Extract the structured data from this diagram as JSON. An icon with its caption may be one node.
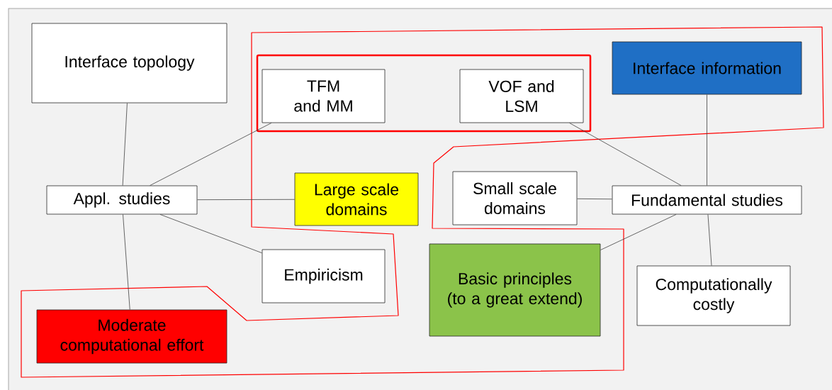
{
  "diagram": {
    "nodes": [
      {
        "text": [
          "Interface topology"
        ]
      },
      {
        "text": [],
        "shape": "box"
      },
      {
        "text": [
          "TFM and MM"
        ],
        "in": 1
      },
      {
        "text": [
          "VOF and LSM"
        ],
        "in": 1
      },
      {
        "text": [
          "Interface information"
        ]
      },
      {
        "text": [
          "Appl. studies"
        ]
      },
      {
        "text": [
          "Large scale domains"
        ]
      },
      {
        "text": [
          "Small scale domains"
        ]
      },
      {
        "text": [
          "Fundamental studies"
        ]
      },
      {
        "text": [
          "Empiricism"
        ]
      },
      {
        "text": [
          "Basic principles (to a great extend)"
        ]
      },
      {
        "text": [
          "Computationally costly"
        ]
      },
      {
        "text": [
          "Moderate computational effort"
        ]
      }
    ],
    "edges": [
      {
        "from": 5,
        "to": 0,
        "arrow": "none"
      },
      {
        "from": 5,
        "to": 2,
        "arrow": "none"
      },
      {
        "from": 5,
        "to": 6,
        "arrow": "none"
      },
      {
        "from": 5,
        "to": 9,
        "arrow": "none"
      },
      {
        "from": 5,
        "to": 12,
        "arrow": "none"
      },
      {
        "from": 3,
        "to": 8,
        "arrow": "none"
      },
      {
        "from": 4,
        "to": 8,
        "arrow": "none"
      },
      {
        "from": 7,
        "to": 8,
        "arrow": "none"
      },
      {
        "from": 8,
        "to": 10,
        "arrow": "none"
      },
      {
        "from": 8,
        "to": 11,
        "arrow": "none"
      }
    ]
  }
}
